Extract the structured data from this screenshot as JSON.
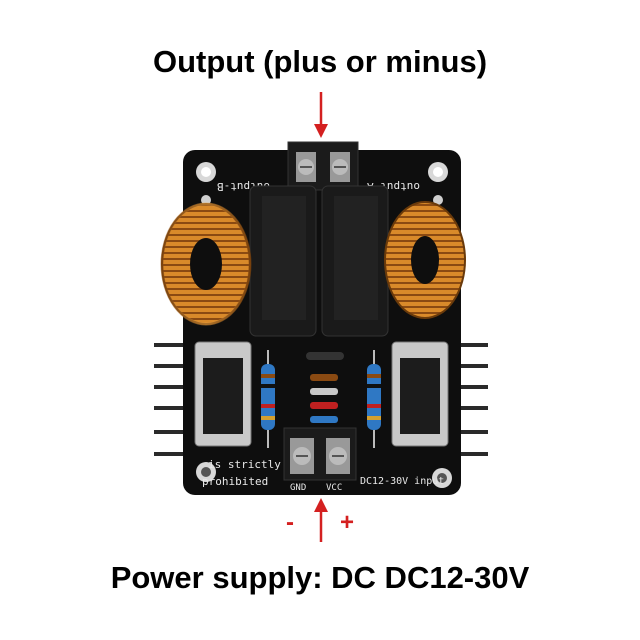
{
  "caption": {
    "top": "Output (plus or minus)",
    "bottom": "Power supply: DC DC12-30V"
  },
  "board_labels": {
    "output_b": "output-B",
    "output_a": "output-A",
    "gnd": "GND",
    "vcc": "VCC",
    "input": "DC12-30V input",
    "notice_1": "is strictly",
    "notice_2": "prohibited",
    "minus": "-",
    "plus": "+"
  },
  "colors": {
    "board": "#0e0e0e",
    "copper": "#d98a2a",
    "arrow": "#d42020",
    "resistor": "#2f78c4"
  }
}
